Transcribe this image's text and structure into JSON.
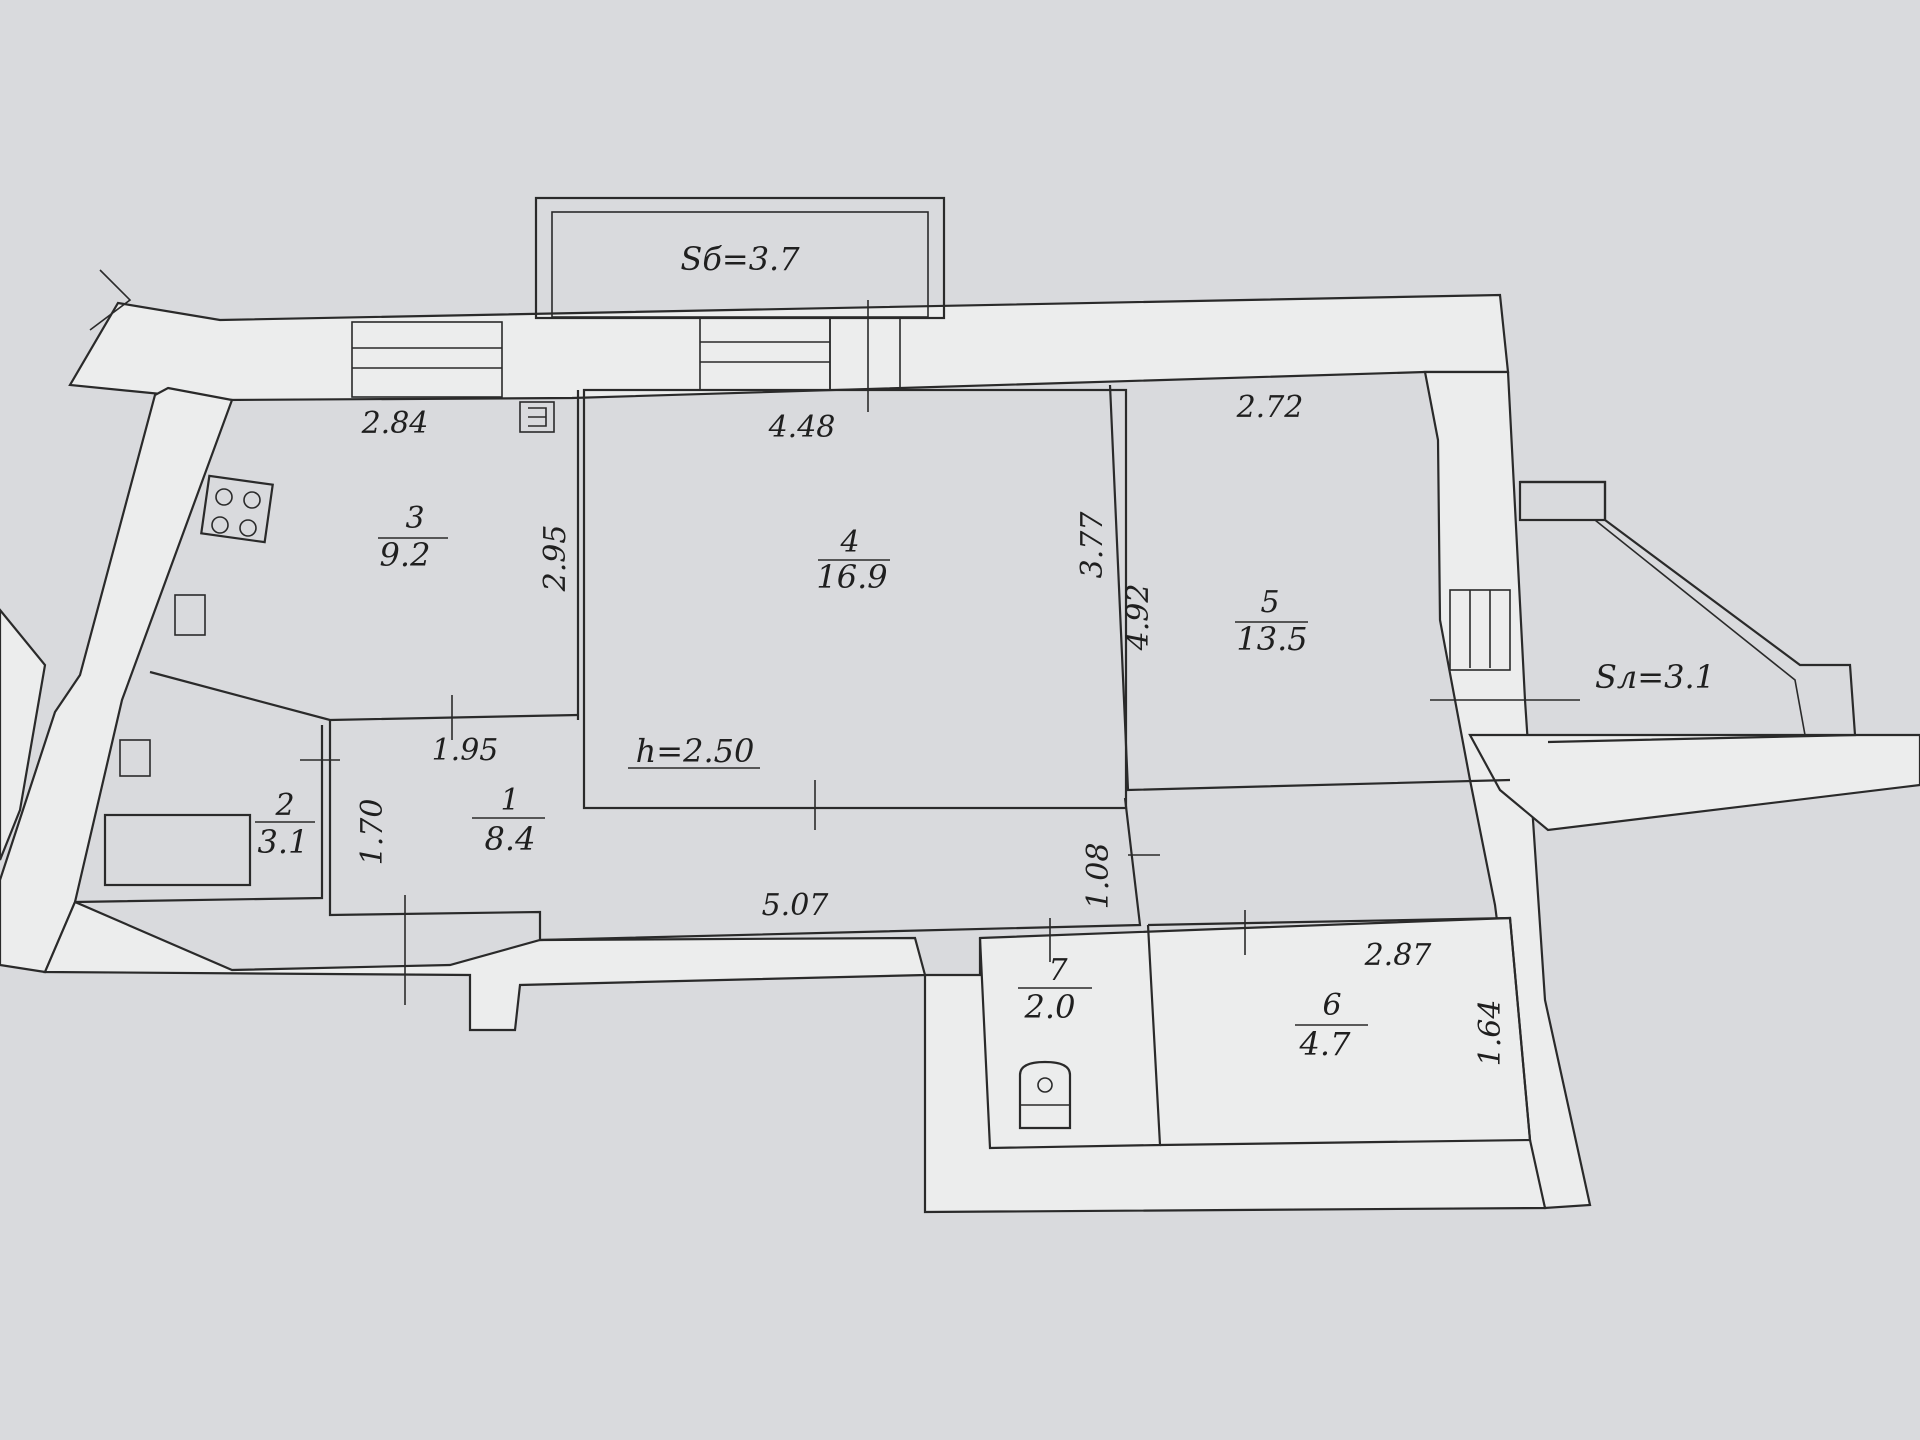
{
  "plan": {
    "ceiling_height": "h=2.50",
    "balcony_area": "Sб=3.7",
    "loggia_area": "Sл=3.1",
    "rooms": [
      {
        "number": "1",
        "area": "8.4"
      },
      {
        "number": "2",
        "area": "3.1"
      },
      {
        "number": "3",
        "area": "9.2"
      },
      {
        "number": "4",
        "area": "16.9"
      },
      {
        "number": "5",
        "area": "13.5"
      },
      {
        "number": "6",
        "area": "4.7"
      },
      {
        "number": "7",
        "area": "2.0"
      }
    ],
    "dimensions": {
      "kitchen_width": "2.84",
      "kitchen_depth": "2.95",
      "room4_width": "4.48",
      "room4_depth": "3.77",
      "room5_width": "2.72",
      "room5_depth": "4.92",
      "hall_width": "1.95",
      "hall_depth": "1.70",
      "corridor_length": "5.07",
      "corridor_width": "1.08",
      "room6_width": "2.87",
      "room6_depth": "1.64"
    }
  },
  "colors": {
    "paper": "#d9dadd",
    "ink": "#2a2a2a"
  }
}
